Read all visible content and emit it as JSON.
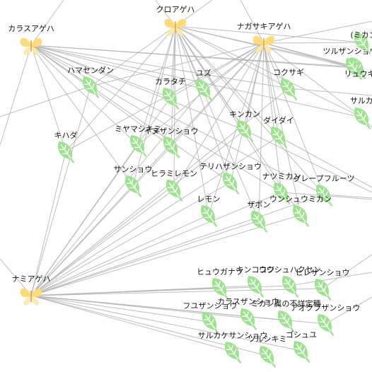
{
  "butterflies": [
    {
      "id": "kuroageha",
      "label": "クロアゲハ"
    },
    {
      "id": "karasuageha",
      "label": "カラスアゲハ"
    },
    {
      "id": "nagasakiageha",
      "label": "ナガサキアゲハ"
    },
    {
      "id": "namiageha",
      "label": "ナミアゲハ"
    }
  ],
  "plants": [
    {
      "id": "hamasendan",
      "label": "ハマセンダン"
    },
    {
      "id": "karatachi",
      "label": "カラタチ"
    },
    {
      "id": "yuzu",
      "label": "ユズ"
    },
    {
      "id": "kokusagi",
      "label": "コクサギ"
    },
    {
      "id": "kihada",
      "label": "キハダ"
    },
    {
      "id": "miyamashikimi",
      "label": "ミヤマシキミ"
    },
    {
      "id": "inuzansho",
      "label": "イヌザンショウ"
    },
    {
      "id": "kinkan",
      "label": "キンカン"
    },
    {
      "id": "daidai",
      "label": "ダイダイ"
    },
    {
      "id": "sansho",
      "label": "サンショウ"
    },
    {
      "id": "hiramiremon",
      "label": "ヒラミレモン"
    },
    {
      "id": "terihazansho",
      "label": "テリハザンショウ"
    },
    {
      "id": "natsumikan",
      "label": "ナツミカン"
    },
    {
      "id": "grapefruit",
      "label": "グレープフルーツ"
    },
    {
      "id": "remon",
      "label": "レモン"
    },
    {
      "id": "zabon",
      "label": "ザボン"
    },
    {
      "id": "unshumikan",
      "label": "ウンシュウミカン"
    },
    {
      "id": "tsuruzansho",
      "label": "ツルザンショウ"
    },
    {
      "id": "ryukyu",
      "label": "リュウキュ"
    },
    {
      "id": "mikan_paren",
      "label": "(ミカン"
    },
    {
      "id": "sarukakemikan",
      "label": "サルカケミ"
    },
    {
      "id": "hyuganatsu",
      "label": "ヒュウガナツ"
    },
    {
      "id": "kinkoji",
      "label": "キンコウジ"
    },
    {
      "id": "kotsushu",
      "label": "コウシュハクセン"
    },
    {
      "id": "hirezansho",
      "label": "ヒレザンショウ"
    },
    {
      "id": "fuyuzansho",
      "label": "フユザンショウ"
    },
    {
      "id": "karasuzansho",
      "label": "カラスザンショウ"
    },
    {
      "id": "mikanzoku",
      "label": "ミカン属の不詳定種"
    },
    {
      "id": "aokubazansho",
      "label": "アオクブザンショウ"
    },
    {
      "id": "sarukakesansho",
      "label": "サルカケサンショウ"
    },
    {
      "id": "goshuyu",
      "label": "ゴシュユ"
    },
    {
      "id": "tsurushikimi",
      "label": "ツルシキミ"
    }
  ]
}
